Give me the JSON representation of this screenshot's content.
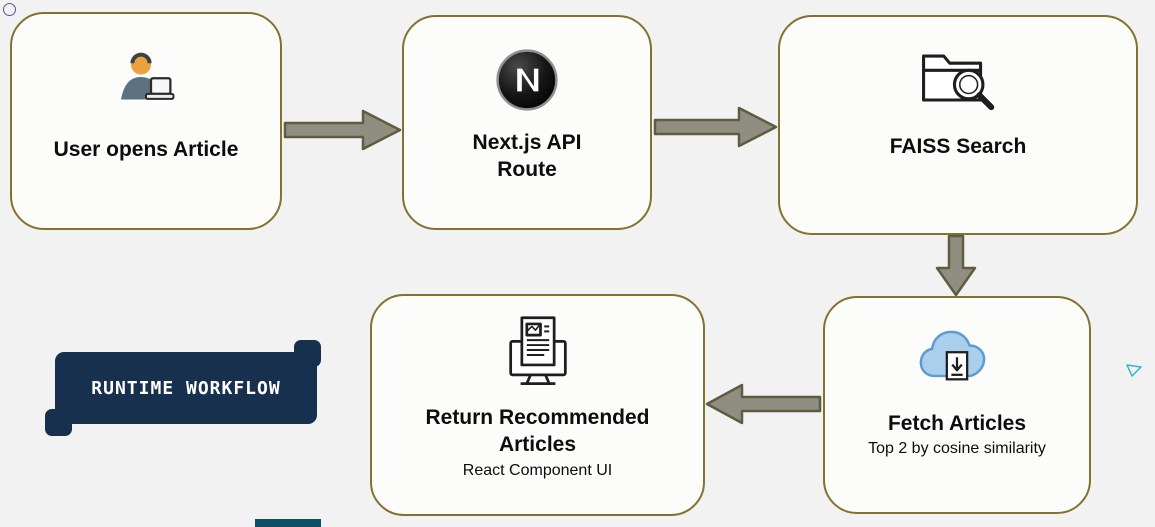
{
  "colors": {
    "background": "#f2f2f2",
    "box_border": "#83722f",
    "box_fill": "#fcfcfb",
    "arrow_fill": "#908e80",
    "arrow_border": "#5f5c42",
    "ribbon_bg": "#16304d",
    "ribbon_text": "#ffffff",
    "text": "#0d0d0d",
    "deco_circle": "#5b4fa0",
    "deco_triangle": "#35b6c9",
    "deco_bar": "#0d4f63",
    "nextjs_logo": "#000000",
    "cloud_fill": "#a9cfec",
    "cloud_stroke": "#5d9bd3"
  },
  "ribbon": {
    "label": "RUNTIME WORKFLOW"
  },
  "nodes": [
    {
      "label": "User opens Article",
      "icon": "person-laptop-icon"
    },
    {
      "label": "Next.js API Route",
      "icon": "nextjs-logo-icon"
    },
    {
      "label": "FAISS Search",
      "icon": "folder-search-icon"
    },
    {
      "label": "Fetch Articles",
      "sublabel": "Top 2 by cosine similarity",
      "icon": "cloud-download-icon"
    },
    {
      "label": "Return Recommended Articles",
      "sublabel": "React Component UI",
      "icon": "monitor-document-icon"
    }
  ],
  "arrows": [
    {
      "name": "user-to-nextjs",
      "direction": "right"
    },
    {
      "name": "nextjs-to-faiss",
      "direction": "right"
    },
    {
      "name": "faiss-to-fetch",
      "direction": "down"
    },
    {
      "name": "fetch-to-return",
      "direction": "left"
    }
  ]
}
